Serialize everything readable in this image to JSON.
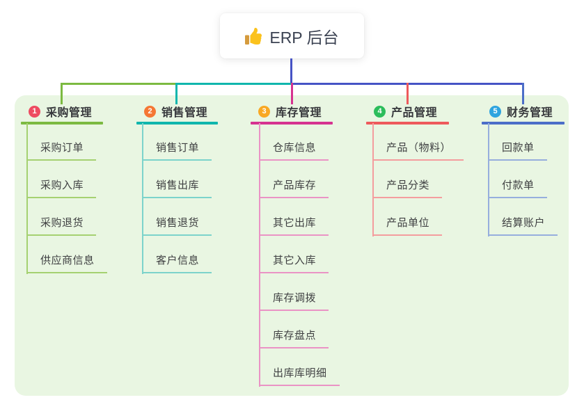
{
  "root": {
    "title": "ERP 后台",
    "icon": "thumbs-up-icon"
  },
  "colors": {
    "panel_background": "#e9f6e2",
    "trunk": "#4653c5",
    "root_text": "#3b4252"
  },
  "branches": [
    {
      "index": "1",
      "label": "采购管理",
      "badge_color": "#ee4b61",
      "accent": "#7cba41",
      "child_line": "#a5d171",
      "children": [
        "采购订单",
        "采购入库",
        "采购退货",
        "供应商信息"
      ]
    },
    {
      "index": "2",
      "label": "销售管理",
      "badge_color": "#f57734",
      "accent": "#10b6ad",
      "child_line": "#7cd3cb",
      "children": [
        "销售订单",
        "销售出库",
        "销售退货",
        "客户信息"
      ]
    },
    {
      "index": "3",
      "label": "库存管理",
      "badge_color": "#f9a823",
      "accent": "#d63390",
      "child_line": "#ea93c5",
      "children": [
        "仓库信息",
        "产品库存",
        "其它出库",
        "其它入库",
        "库存调拨",
        "库存盘点",
        "出库库明细"
      ]
    },
    {
      "index": "4",
      "label": "产品管理",
      "badge_color": "#2cbd5b",
      "accent": "#ee5a5c",
      "child_line": "#f49d9e",
      "children": [
        "产品（物料）",
        "产品分类",
        "产品单位"
      ]
    },
    {
      "index": "5",
      "label": "财务管理",
      "badge_color": "#2ea4df",
      "accent": "#4c6ec8",
      "child_line": "#96aedd",
      "children": [
        "回款单",
        "付款单",
        "结算账户"
      ]
    }
  ]
}
